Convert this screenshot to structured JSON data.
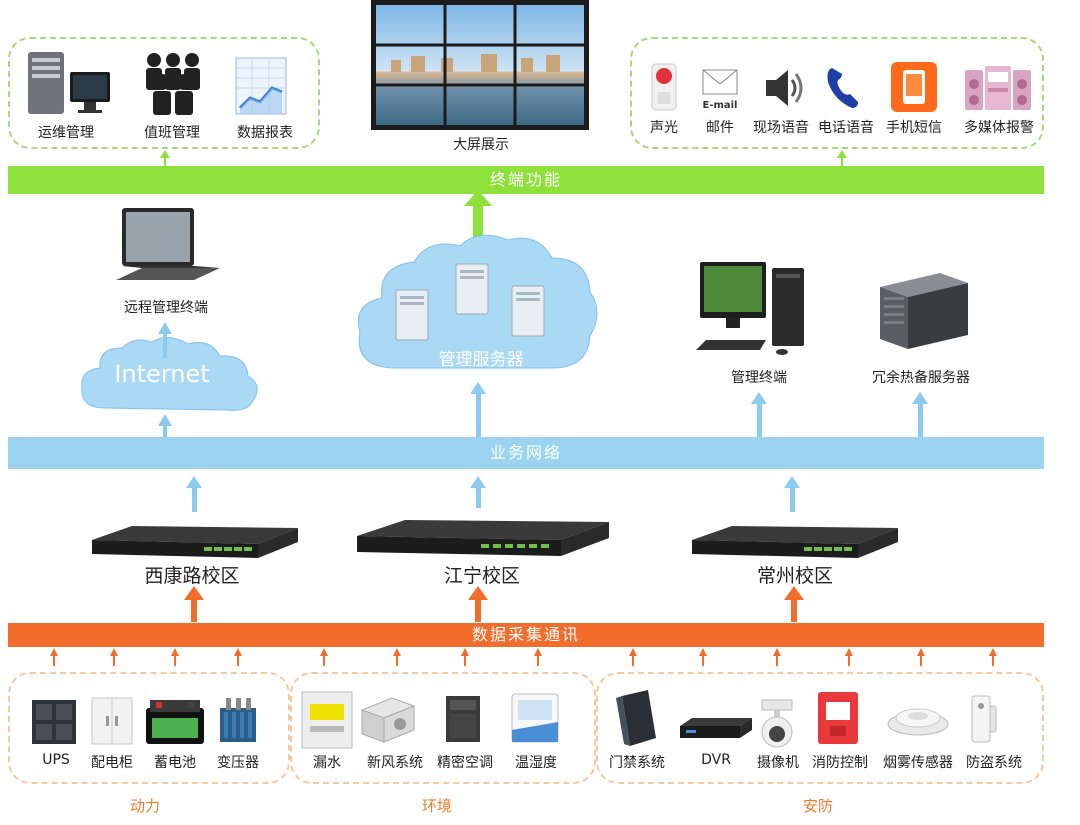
{
  "top_left_group": {
    "items": [
      {
        "label": "运维管理",
        "icon": "server-monitor-icon"
      },
      {
        "label": "值班管理",
        "icon": "people-icon"
      },
      {
        "label": "数据报表",
        "icon": "report-chart-icon"
      }
    ]
  },
  "video_wall": {
    "label": "大屏展示",
    "icon": "video-wall-icon"
  },
  "top_right_group": {
    "items": [
      {
        "label": "声光",
        "icon": "alarm-light-icon"
      },
      {
        "label": "邮件",
        "icon": "email-icon",
        "icon_text": "E-mail"
      },
      {
        "label": "现场语音",
        "icon": "speaker-icon"
      },
      {
        "label": "电话语音",
        "icon": "phone-icon"
      },
      {
        "label": "手机短信",
        "icon": "mobile-sms-icon"
      },
      {
        "label": "多媒体报警",
        "icon": "multimedia-icon"
      }
    ]
  },
  "bars": {
    "terminal": "终端功能",
    "business": "业务网络",
    "collection": "数据采集通讯"
  },
  "middle": {
    "remote_terminal": "远程管理终端",
    "internet": "Internet",
    "management_server": "管理服务器",
    "management_terminal": "管理终端",
    "redundant_server": "冗余热备服务器"
  },
  "campuses": [
    {
      "label": "西康路校区",
      "icon": "collector-device-icon"
    },
    {
      "label": "江宁校区",
      "icon": "collector-device-icon"
    },
    {
      "label": "常州校区",
      "icon": "collector-device-icon"
    }
  ],
  "bottom_groups": [
    {
      "category": "动力",
      "items": [
        "UPS",
        "配电柜",
        "蓄电池",
        "变压器"
      ]
    },
    {
      "category": "环境",
      "items": [
        "漏水",
        "新风系统",
        "精密空调",
        "温湿度"
      ]
    },
    {
      "category": "安防",
      "items": [
        "门禁系统",
        "DVR",
        "摄像机",
        "消防控制",
        "烟雾传感器",
        "防盗系统"
      ]
    }
  ],
  "colors": {
    "green": "#8ee03a",
    "blue": "#9bd3f0",
    "orange": "#f26d2b",
    "cloud": "#a9d9f5"
  }
}
